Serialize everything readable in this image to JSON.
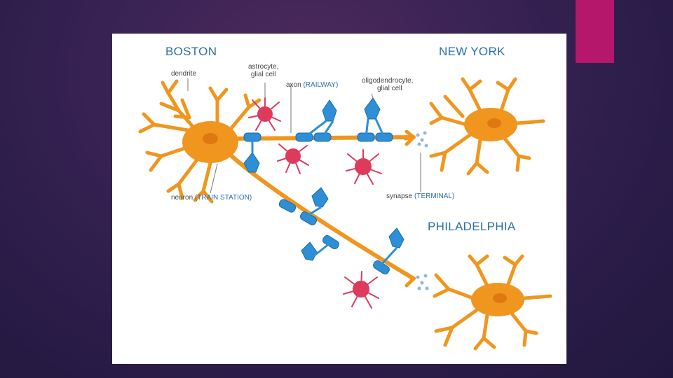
{
  "slide": {
    "accent_color": "#b5176a",
    "background": "#2e1f4c"
  },
  "diagram": {
    "cities": {
      "boston": "BOSTON",
      "new_york": "NEW YORK",
      "philadelphia": "PHILADELPHIA"
    },
    "labels": {
      "dendrite": "dendrite",
      "astrocyte_line1": "astrocyte,",
      "astrocyte_line2": "glial cell",
      "axon": "axon",
      "axon_analogy": "(RAILWAY)",
      "oligo_line1": "oligodendrocyte,",
      "oligo_line2": "glial cell",
      "neuron": "neuron",
      "neuron_analogy": "(TRAIN STATION)",
      "synapse": "synapse",
      "synapse_analogy": "(TERMINAL)"
    },
    "colors": {
      "neuron": "#f0961e",
      "myelin": "#2e8fd6",
      "astrocyte": "#dd3a5c",
      "label_accent": "#2b6fa6"
    }
  }
}
